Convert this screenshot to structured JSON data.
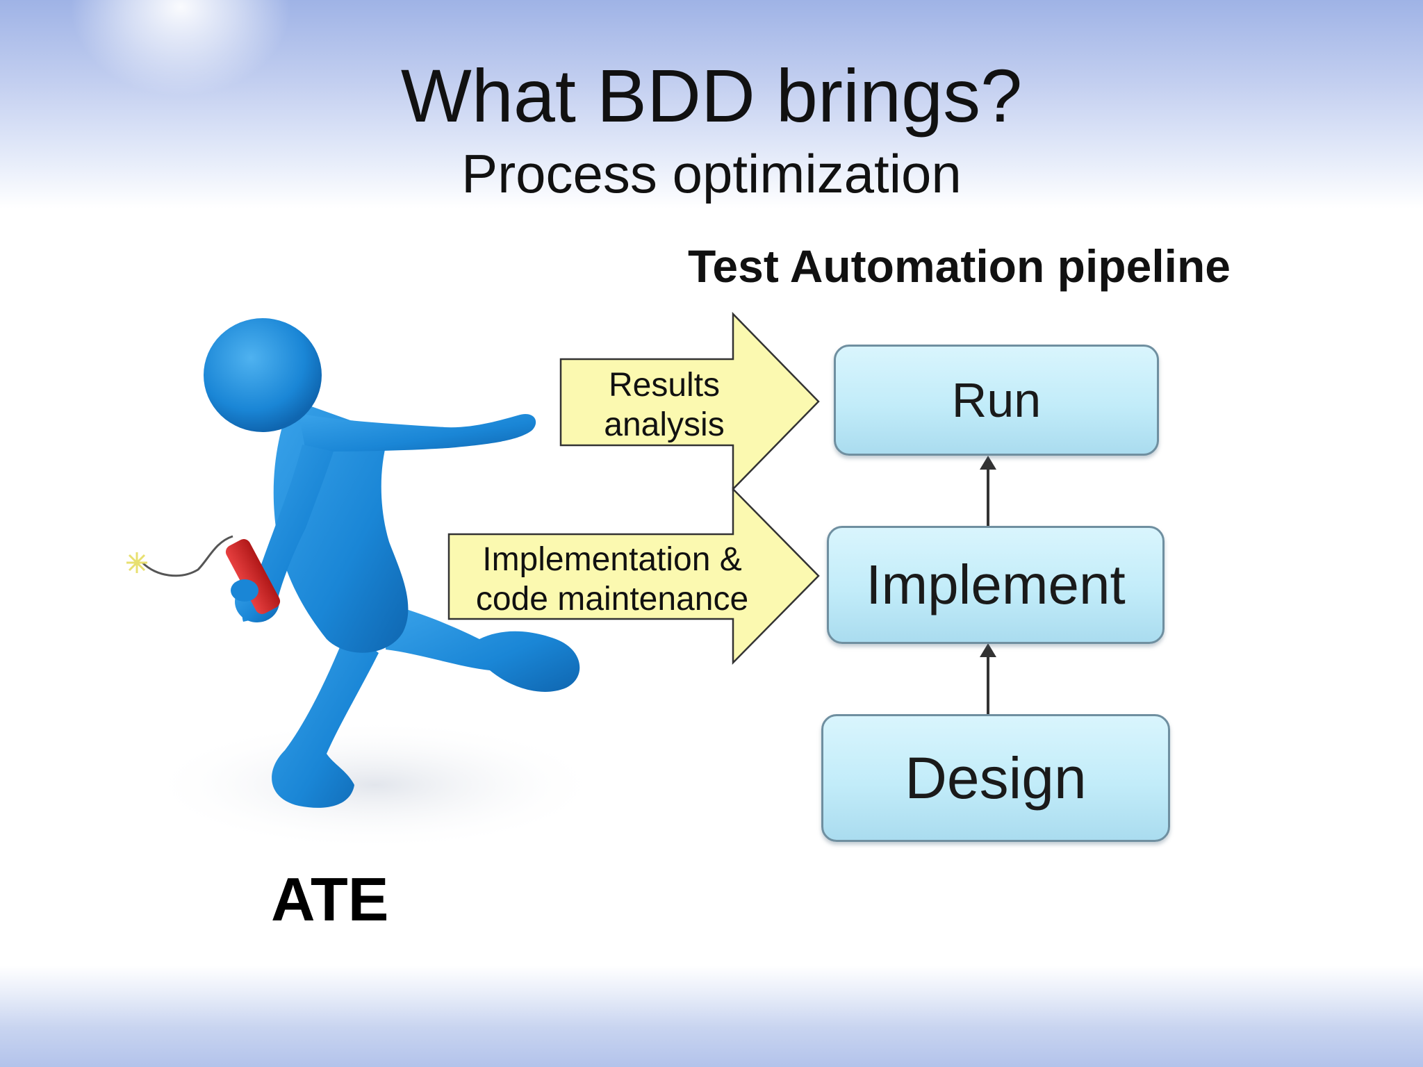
{
  "slide": {
    "title": "What BDD brings?",
    "subtitle": "Process optimization",
    "pipeline_title": "Test Automation pipeline",
    "ate_label": "ATE"
  },
  "arrows": [
    {
      "line1": "Results",
      "line2": "analysis"
    },
    {
      "line1": "Implementation &",
      "line2": "code maintenance"
    }
  ],
  "pipeline": {
    "stages": [
      "Run",
      "Implement",
      "Design"
    ]
  },
  "figure": {
    "icon": "stick-figure-with-dynamite-icon"
  },
  "colors": {
    "figure_blue": "#1a86d6",
    "dynamite_red": "#d42424",
    "arrow_fill": "#fbf9b0",
    "stage_fill": "#c2ecf9",
    "stage_border": "#6f8fa0"
  }
}
